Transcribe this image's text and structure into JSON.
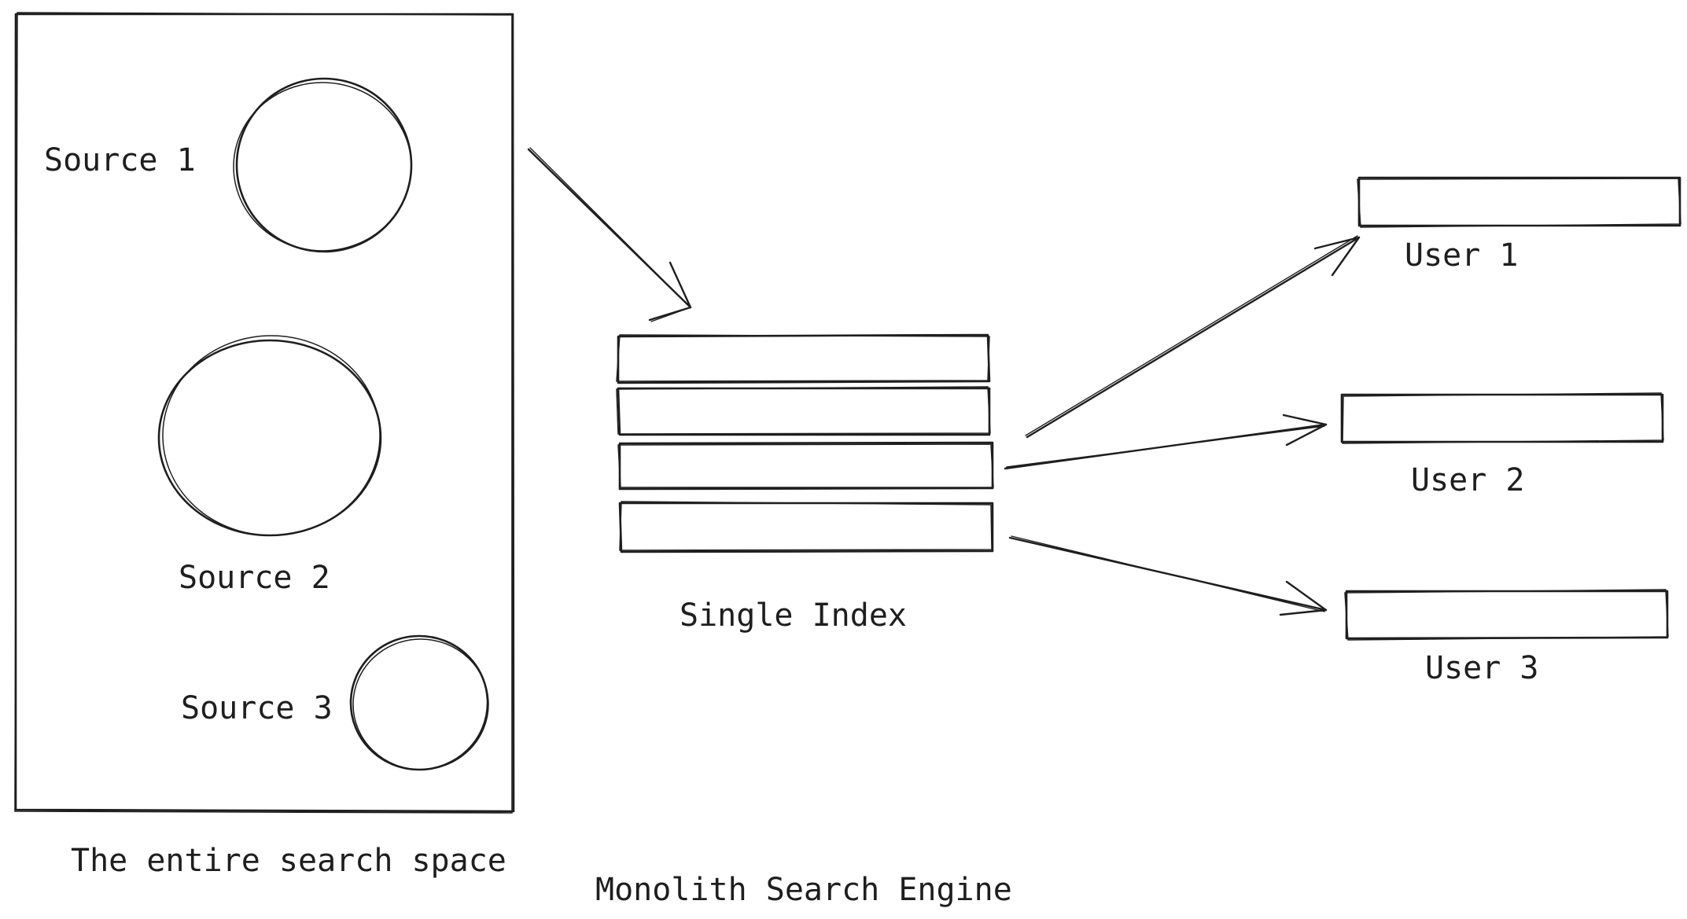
{
  "sources": [
    {
      "label": "Source 1"
    },
    {
      "label": "Source 2"
    },
    {
      "label": "Source 3"
    }
  ],
  "search_space_label": "The entire search space",
  "index_label": "Single Index",
  "users": [
    {
      "label": "User 1"
    },
    {
      "label": "User 2"
    },
    {
      "label": "User 3"
    }
  ],
  "engine_label": "Monolith Search Engine",
  "colors": {
    "stroke": "#1e1e1e",
    "background": "#ffffff"
  }
}
